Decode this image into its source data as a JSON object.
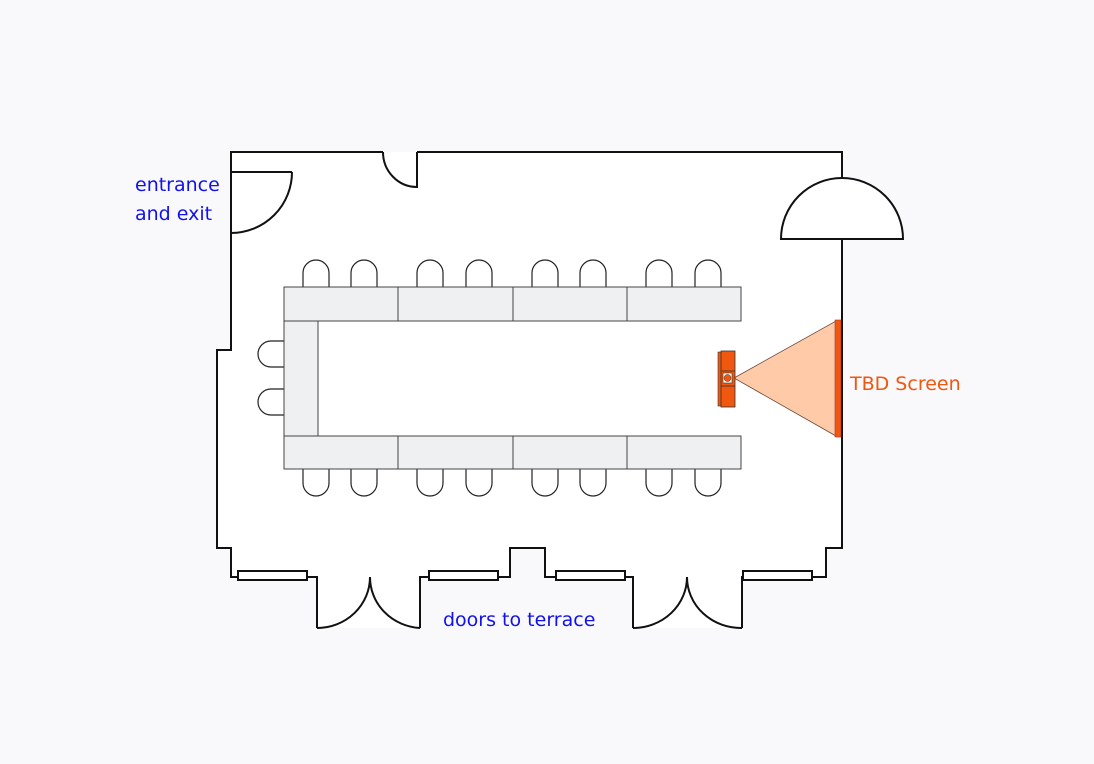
{
  "labels": {
    "entrance": [
      "entrance",
      "and exit"
    ],
    "terrace": "doors to terrace",
    "screen": "TBD Screen"
  },
  "colors": {
    "label_blue": "#1111ee",
    "accent_orange": "#f0570f",
    "beam": "#ffcaa8",
    "table_fill": "#eff0f2",
    "wall": "#111111"
  }
}
